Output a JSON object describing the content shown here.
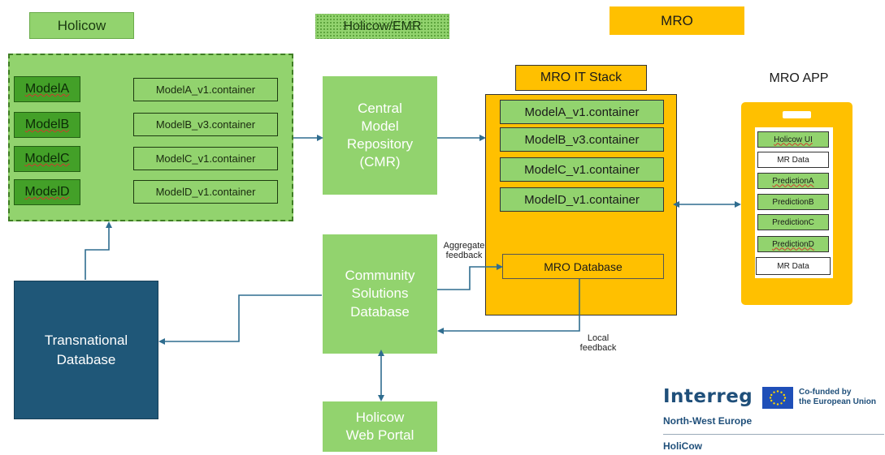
{
  "legend": {
    "holicow": "Holicow",
    "holicow_emr": "Holicow/EMR",
    "mro": "MRO"
  },
  "holicow_models": [
    {
      "model": "ModelA",
      "container": "ModelA_v1.container"
    },
    {
      "model": "ModelB",
      "container": "ModelB_v3.container"
    },
    {
      "model": "ModelC",
      "container": "ModelC_v1.container"
    },
    {
      "model": "ModelD",
      "container": "ModelD_v1.container"
    }
  ],
  "cmr": {
    "line1": "Central",
    "line2": "Model",
    "line3": "Repository",
    "line4": "(CMR)"
  },
  "community": {
    "line1": "Community",
    "line2": "Solutions",
    "line3": "Database"
  },
  "portal": {
    "line1": "Holicow",
    "line2": "Web Portal"
  },
  "transnational": {
    "line1": "Transnational",
    "line2": "Database"
  },
  "mro_stack": {
    "title": "MRO IT Stack",
    "containers": [
      "ModelA_v1.container",
      "ModelB_v3.container",
      "ModelC_v1.container",
      "ModelD_v1.container"
    ],
    "database": "MRO Database"
  },
  "mro_app": {
    "title": "MRO APP",
    "rows": [
      {
        "label": "Holicow UI",
        "style": "green",
        "wavy": true
      },
      {
        "label": "MR Data",
        "style": "white",
        "wavy": false
      },
      {
        "label": "PredictionA",
        "style": "green",
        "wavy": true
      },
      {
        "label": "PredictionB",
        "style": "green",
        "wavy": false
      },
      {
        "label": "PredictionC",
        "style": "green",
        "wavy": false
      },
      {
        "label": "PredictionD",
        "style": "green",
        "wavy": true
      },
      {
        "label": "MR Data",
        "style": "white",
        "wavy": false
      }
    ]
  },
  "notes": {
    "aggregate_1": "Aggregate",
    "aggregate_2": "feedback",
    "local_1": "Local",
    "local_2": "feedback"
  },
  "logo": {
    "interreg": "Interreg",
    "cofunded_1": "Co-funded by",
    "cofunded_2": "the European Union",
    "region": "North-West Europe",
    "project": "HoliCow"
  },
  "colors": {
    "holicow_green": "#92d36e",
    "model_green": "#43a028",
    "mro_orange": "#ffc000",
    "transnational_blue": "#1f5778",
    "arrow_blue": "#2f6d8f",
    "brand_blue": "#1f4f7a"
  }
}
